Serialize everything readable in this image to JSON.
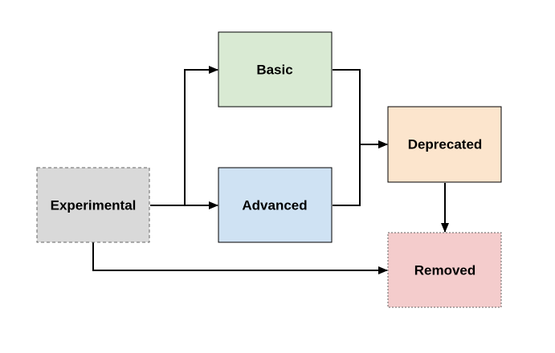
{
  "nodes": {
    "experimental": {
      "label": "Experimental",
      "fill": "#d9d9d9",
      "stroke": "#666666",
      "border": "dashed"
    },
    "basic": {
      "label": "Basic",
      "fill": "#d9ead3",
      "stroke": "#000000",
      "border": "solid"
    },
    "advanced": {
      "label": "Advanced",
      "fill": "#cfe2f3",
      "stroke": "#000000",
      "border": "solid"
    },
    "deprecated": {
      "label": "Deprecated",
      "fill": "#fce5cd",
      "stroke": "#000000",
      "border": "solid"
    },
    "removed": {
      "label": "Removed",
      "fill": "#f4cccc",
      "stroke": "#666666",
      "border": "dotted"
    }
  },
  "edges": [
    {
      "from": "experimental",
      "to": "basic"
    },
    {
      "from": "experimental",
      "to": "advanced"
    },
    {
      "from": "experimental",
      "to": "removed"
    },
    {
      "from": "basic",
      "to": "deprecated"
    },
    {
      "from": "advanced",
      "to": "deprecated"
    },
    {
      "from": "deprecated",
      "to": "removed"
    }
  ]
}
